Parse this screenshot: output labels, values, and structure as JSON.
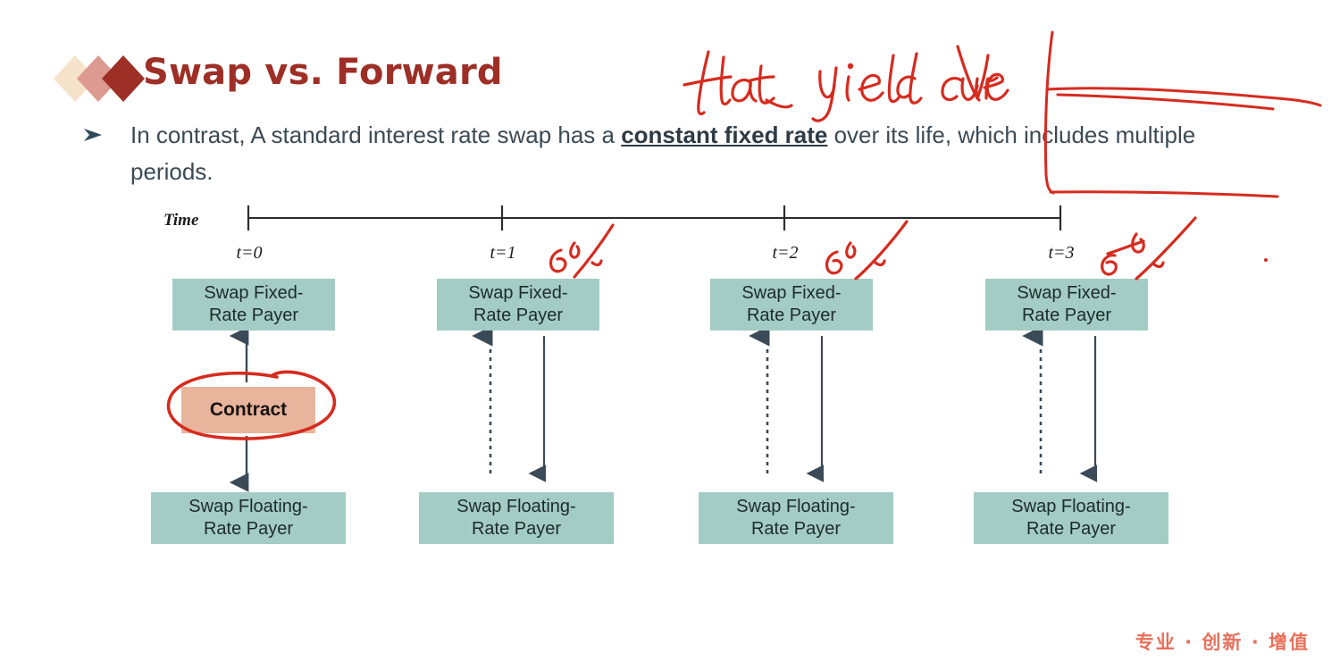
{
  "slide": {
    "title": "Swap vs. Forward",
    "title_color": "#9e2f26",
    "bullet": {
      "marker": "arrow-bullet",
      "text_before": "In contrast, A standard interest rate swap has a ",
      "emphasis": "constant fixed rate",
      "text_after": " over its life, which includes multiple periods."
    },
    "footer": "专业 · 创新 · 增值",
    "footer_color": "#e8705a"
  },
  "diagram": {
    "time_label": "Time",
    "accent_box_color": "#a3ccc4",
    "contract_box_color": "#e8b59c",
    "columns": [
      {
        "tick": "t=0",
        "fixed_label": "Swap Fixed-\nRate Payer",
        "floating_label": "Swap Floating-\nRate Payer",
        "contract_label": "Contract",
        "has_contract": true,
        "up_arrow_style": "solid",
        "down_arrow_style": "solid"
      },
      {
        "tick": "t=1",
        "fixed_label": "Swap Fixed-\nRate Payer",
        "floating_label": "Swap Floating-\nRate Payer",
        "has_contract": false,
        "up_arrow_style": "dotted",
        "down_arrow_style": "solid"
      },
      {
        "tick": "t=2",
        "fixed_label": "Swap Fixed-\nRate Payer",
        "floating_label": "Swap Floating-\nRate Payer",
        "has_contract": false,
        "up_arrow_style": "dotted",
        "down_arrow_style": "solid"
      },
      {
        "tick": "t=3",
        "fixed_label": "Swap Fixed-\nRate Payer",
        "floating_label": "Swap Floating-\nRate Payer",
        "has_contract": false,
        "up_arrow_style": "dotted",
        "down_arrow_style": "solid"
      }
    ]
  },
  "annotations": {
    "ink_color": "#d62b1f",
    "handwriting_top": "Flat yield curve",
    "rate_marks": [
      "6%",
      "6%",
      "6%"
    ],
    "shapes": [
      "circle-around-contract",
      "bracket-right-margin"
    ]
  }
}
